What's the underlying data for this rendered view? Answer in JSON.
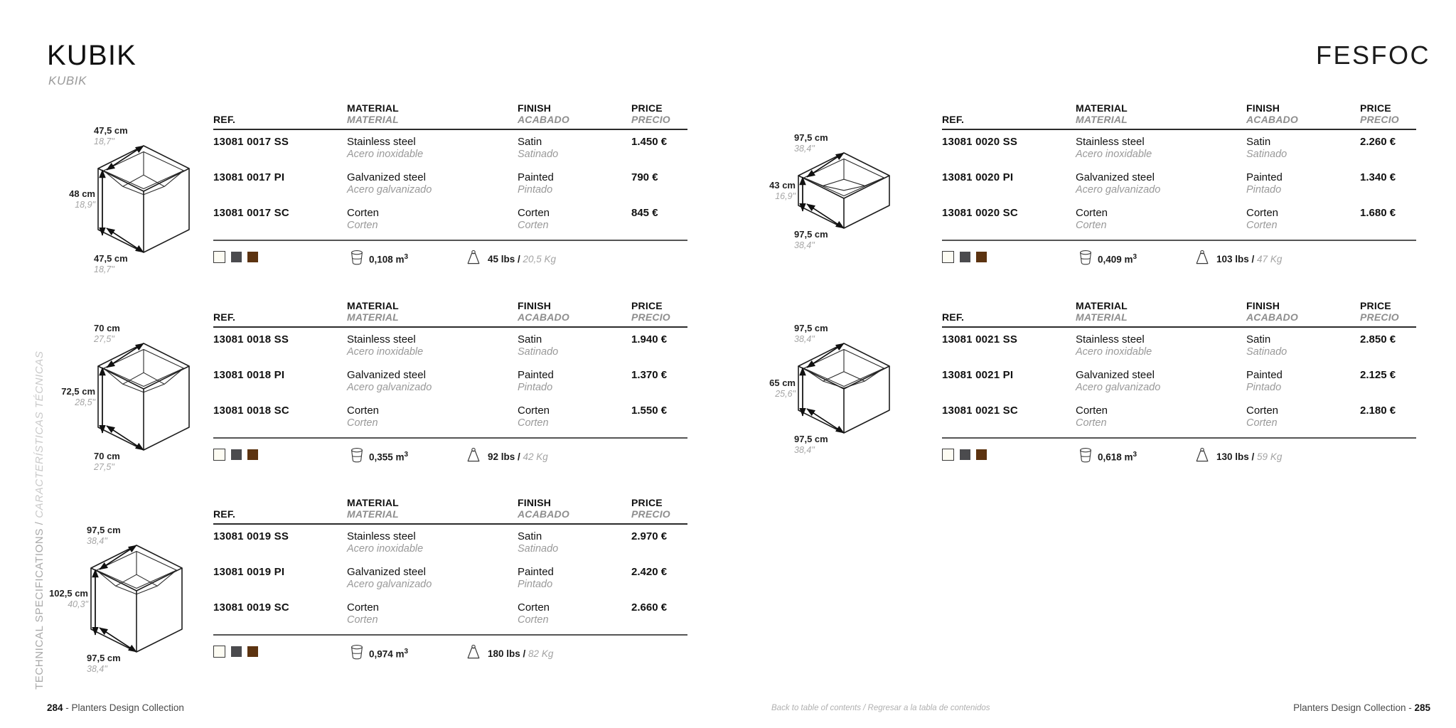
{
  "header": {
    "title": "KUBIK",
    "subtitle": "KUBIK",
    "logo": "FESFOC"
  },
  "side_label": {
    "en": "TECHNICAL SPECIFICATIONS / ",
    "es": "CARACTERÍSTICAS TÉCNICAS"
  },
  "columns": {
    "headers": {
      "ref_en": "REF.",
      "material_en": "MATERIAL",
      "material_es": "MATERIAL",
      "finish_en": "FINISH",
      "finish_es": "ACABADO",
      "price_en": "PRICE",
      "price_es": "PRECIO"
    }
  },
  "colors": {
    "swatch_white": "#fdfcf3",
    "swatch_grey": "#4b4b4e",
    "swatch_brown": "#5c3310",
    "rule": "#2b2b2b",
    "muted": "#9a9a9a"
  },
  "products": [
    {
      "shape": "tall",
      "dim_top_cm": "47,5 cm",
      "dim_top_in": "18,7\"",
      "dim_side_cm": "48 cm",
      "dim_side_in": "18,9\"",
      "dim_bot_cm": "47,5 cm",
      "dim_bot_in": "18,7\"",
      "rows": [
        {
          "ref": "13081 0017 SS",
          "material_en": "Stainless steel",
          "material_es": "Acero inoxidable",
          "finish_en": "Satin",
          "finish_es": "Satinado",
          "price": "1.450 €"
        },
        {
          "ref": "13081 0017 PI",
          "material_en": "Galvanized steel",
          "material_es": "Acero galvanizado",
          "finish_en": "Painted",
          "finish_es": "Pintado",
          "price": "790 €"
        },
        {
          "ref": "13081 0017 SC",
          "material_en": "Corten",
          "material_es": "Corten",
          "finish_en": "Corten",
          "finish_es": "Corten",
          "price": "845 €"
        }
      ],
      "volume": "0,108 m",
      "volume_exp": "3",
      "weight_lbs": "45 lbs",
      "weight_kg": "20,5 Kg"
    },
    {
      "shape": "tall",
      "dim_top_cm": "70 cm",
      "dim_top_in": "27,5\"",
      "dim_side_cm": "72,5 cm",
      "dim_side_in": "28,5\"",
      "dim_bot_cm": "70 cm",
      "dim_bot_in": "27,5\"",
      "rows": [
        {
          "ref": "13081 0018 SS",
          "material_en": "Stainless steel",
          "material_es": "Acero inoxidable",
          "finish_en": "Satin",
          "finish_es": "Satinado",
          "price": "1.940 €"
        },
        {
          "ref": "13081 0018 PI",
          "material_en": "Galvanized steel",
          "material_es": "Acero galvanizado",
          "finish_en": "Painted",
          "finish_es": "Pintado",
          "price": "1.370 €"
        },
        {
          "ref": "13081 0018 SC",
          "material_en": "Corten",
          "material_es": "Corten",
          "finish_en": "Corten",
          "finish_es": "Corten",
          "price": "1.550 €"
        }
      ],
      "volume": "0,355 m",
      "volume_exp": "3",
      "weight_lbs": "92 lbs",
      "weight_kg": "42 Kg"
    },
    {
      "shape": "tall",
      "dim_top_cm": "97,5 cm",
      "dim_top_in": "38,4\"",
      "dim_side_cm": "102,5 cm",
      "dim_side_in": "40,3\"",
      "dim_bot_cm": "97,5 cm",
      "dim_bot_in": "38,4\"",
      "rows": [
        {
          "ref": "13081 0019 SS",
          "material_en": "Stainless steel",
          "material_es": "Acero inoxidable",
          "finish_en": "Satin",
          "finish_es": "Satinado",
          "price": "2.970 €"
        },
        {
          "ref": "13081 0019 PI",
          "material_en": "Galvanized steel",
          "material_es": "Acero galvanizado",
          "finish_en": "Painted",
          "finish_es": "Pintado",
          "price": "2.420 €"
        },
        {
          "ref": "13081 0019 SC",
          "material_en": "Corten",
          "material_es": "Corten",
          "finish_en": "Corten",
          "finish_es": "Corten",
          "price": "2.660 €"
        }
      ],
      "volume": "0,974 m",
      "volume_exp": "3",
      "weight_lbs": "180 lbs",
      "weight_kg": "82 Kg"
    },
    {
      "shape": "low",
      "dim_top_cm": "97,5 cm",
      "dim_top_in": "38,4\"",
      "dim_side_cm": "43 cm",
      "dim_side_in": "16,9\"",
      "dim_bot_cm": "97,5 cm",
      "dim_bot_in": "38,4\"",
      "rows": [
        {
          "ref": "13081 0020 SS",
          "material_en": "Stainless steel",
          "material_es": "Acero inoxidable",
          "finish_en": "Satin",
          "finish_es": "Satinado",
          "price": "2.260 €"
        },
        {
          "ref": "13081 0020 PI",
          "material_en": "Galvanized steel",
          "material_es": "Acero galvanizado",
          "finish_en": "Painted",
          "finish_es": "Pintado",
          "price": "1.340 €"
        },
        {
          "ref": "13081 0020 SC",
          "material_en": "Corten",
          "material_es": "Corten",
          "finish_en": "Corten",
          "finish_es": "Corten",
          "price": "1.680 €"
        }
      ],
      "volume": "0,409 m",
      "volume_exp": "3",
      "weight_lbs": "103 lbs",
      "weight_kg": "47 Kg"
    },
    {
      "shape": "mid",
      "dim_top_cm": "97,5 cm",
      "dim_top_in": "38,4\"",
      "dim_side_cm": "65 cm",
      "dim_side_in": "25,6\"",
      "dim_bot_cm": "97,5 cm",
      "dim_bot_in": "38,4\"",
      "rows": [
        {
          "ref": "13081 0021 SS",
          "material_en": "Stainless steel",
          "material_es": "Acero inoxidable",
          "finish_en": "Satin",
          "finish_es": "Satinado",
          "price": "2.850 €"
        },
        {
          "ref": "13081 0021 PI",
          "material_en": "Galvanized steel",
          "material_es": "Acero galvanizado",
          "finish_en": "Painted",
          "finish_es": "Pintado",
          "price": "2.125 €"
        },
        {
          "ref": "13081 0021 SC",
          "material_en": "Corten",
          "material_es": "Corten",
          "finish_en": "Corten",
          "finish_es": "Corten",
          "price": "2.180 €"
        }
      ],
      "volume": "0,618 m",
      "volume_exp": "3",
      "weight_lbs": "130 lbs",
      "weight_kg": "59 Kg"
    }
  ],
  "footer": {
    "left_page": "284",
    "left_text": " - Planters Design Collection",
    "center_en": "Back to table of contents / ",
    "center_es": "Regresar a la tabla de contenidos",
    "right_text": "Planters Design Collection  - ",
    "right_page": "285"
  }
}
